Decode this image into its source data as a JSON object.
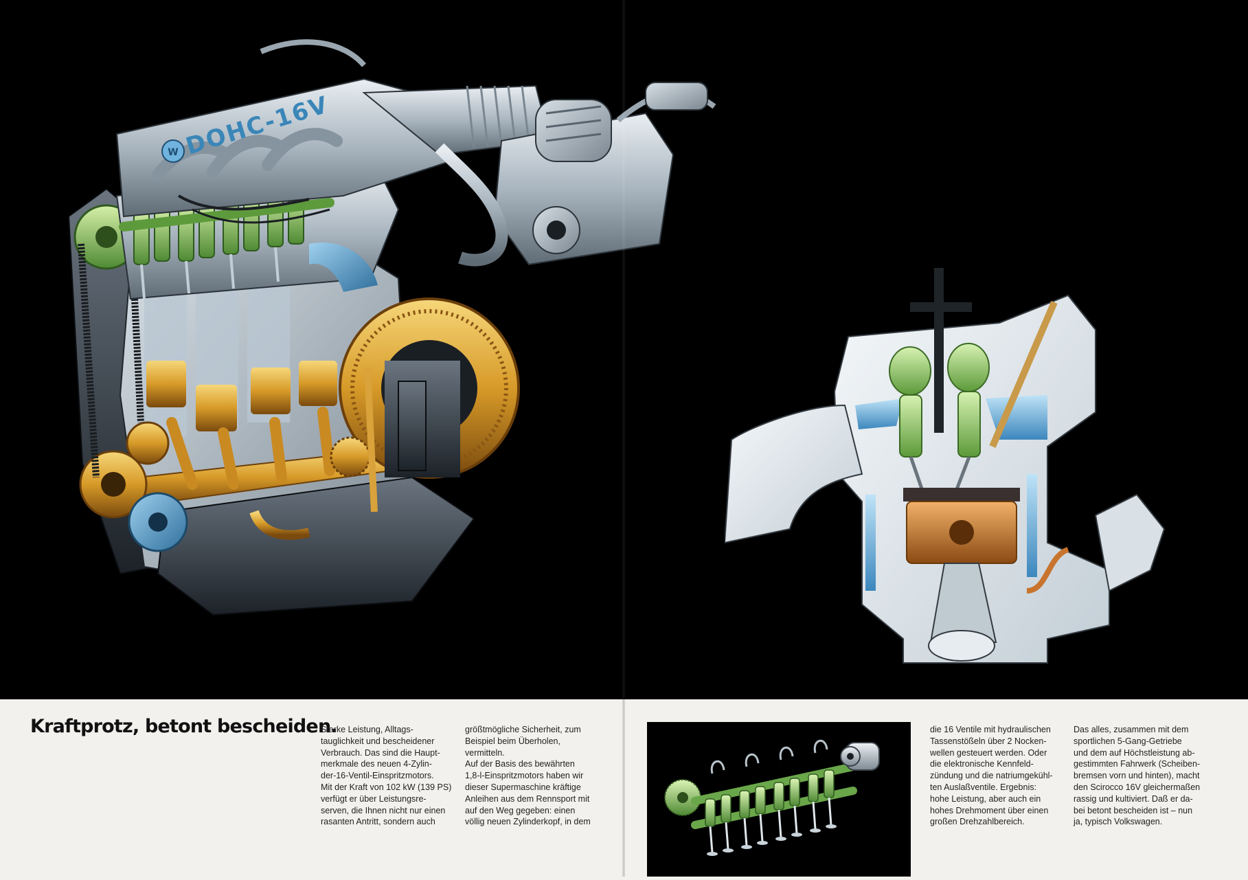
{
  "engine_badge": "DOHC-16V",
  "headline": "Kraftprotz, betont bescheiden.",
  "columns": [
    "Starke Leistung, Alltags-\ntauglichkeit und bescheidener\nVerbrauch. Das sind die Haupt-\nmerkmale des neuen 4-Zylin-\nder-16-Ventil-Einspritzmotors.\nMit der Kraft von 102 kW (139 PS)\nverfügt er über Leistungsre-\nserven, die Ihnen nicht nur einen\nrasanten Antritt, sondern auch",
    "größtmögliche Sicherheit, zum\nBeispiel beim Überholen,\nvermitteln.\n   Auf der Basis des bewährten\n1,8-l-Einspritzmotors haben wir\ndieser Supermaschine kräftige\nAnleihen aus dem Rennsport mit\nauf den Weg gegeben: einen\nvöllig neuen Zylinderkopf, in dem",
    "die 16 Ventile mit hydraulischen\nTassenstößeln über 2 Nocken-\nwellen gesteuert werden. Oder\ndie elektronische Kennfeld-\nzündung und die natriumgekühl-\nten Auslaßventile. Ergebnis:\nhohe Leistung, aber auch ein\nhohes Drehmoment über einen\ngroßen Drehzahlbereich.",
    "   Das alles, zusammen mit dem\nsportlichen 5-Gang-Getriebe\nund dem auf Höchstleistung ab-\ngestimmten Fahrwerk (Scheiben-\nbremsen vorn und hinten), macht\nden Scirocco 16V gleichermaßen\nrassig und kultiviert. Daß er da-\nbei betont bescheiden ist – nun\nja, typisch Volkswagen."
  ],
  "colors": {
    "background": "#000000",
    "paper": "#f2f1ee",
    "text": "#222222",
    "intake_blue": "#3a86b8",
    "cam_green": "#7fbf5a",
    "piston_gold": "#d79a28"
  }
}
